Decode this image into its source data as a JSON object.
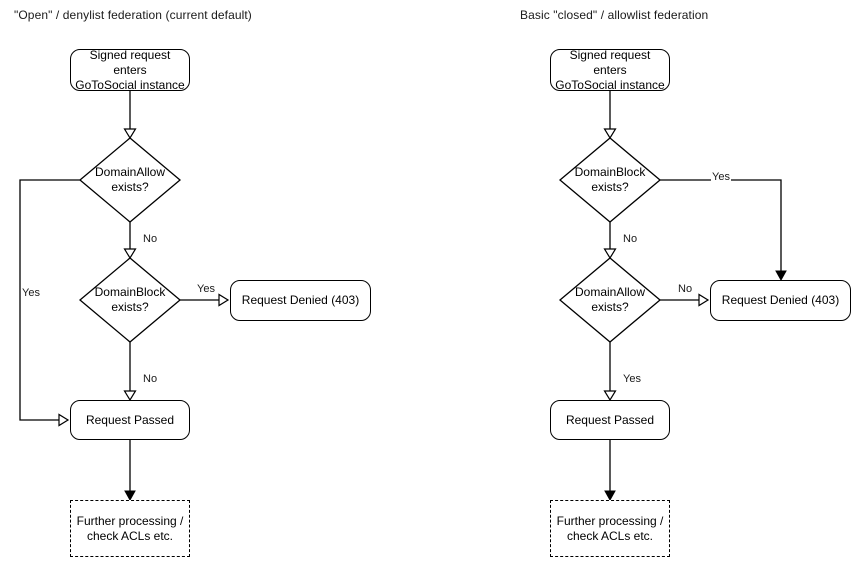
{
  "page": {
    "background": "#ffffff",
    "stroke_color": "#000000",
    "text_color": "#000000"
  },
  "diagrams": [
    {
      "id": "open-denylist",
      "title": "\"Open\" / denylist federation (current default)",
      "nodes": {
        "start": "Signed request enters\nGoToSocial instance",
        "decision_allow": "DomainAllow\nexists?",
        "decision_block": "DomainBlock\nexists?",
        "denied": "Request Denied (403)",
        "passed": "Request Passed",
        "further": "Further processing /\ncheck ACLs etc."
      },
      "edges": {
        "allow_yes": "Yes",
        "allow_no": "No",
        "block_yes": "Yes",
        "block_no": "No"
      }
    },
    {
      "id": "closed-allowlist",
      "title": "Basic \"closed\" / allowlist federation",
      "nodes": {
        "start": "Signed request enters\nGoToSocial instance",
        "decision_block": "DomainBlock\nexists?",
        "decision_allow": "DomainAllow\nexists?",
        "denied": "Request Denied (403)",
        "passed": "Request Passed",
        "further": "Further processing /\ncheck ACLs etc."
      },
      "edges": {
        "block_yes": "Yes",
        "block_no": "No",
        "allow_no": "No",
        "allow_yes": "Yes"
      }
    }
  ]
}
